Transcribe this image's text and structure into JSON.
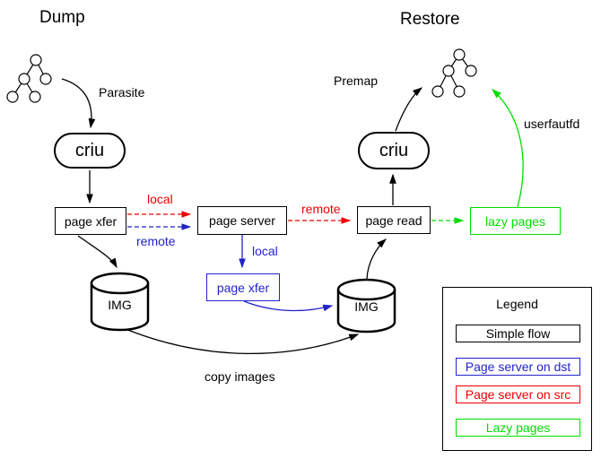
{
  "titles": {
    "dump": "Dump",
    "restore": "Restore"
  },
  "labels": {
    "parasite": "Parasite",
    "local_src": "local",
    "remote_src": "remote",
    "remote_mid": "remote",
    "local_dst": "local",
    "premap": "Premap",
    "userfautfd": "userfautfd",
    "copy_images": "copy images"
  },
  "nodes": {
    "criu_dump": "criu",
    "criu_restore": "criu",
    "page_xfer_src": "page xfer",
    "page_server": "page server",
    "page_read": "page read",
    "lazy_pages": "lazy pages",
    "page_xfer_dst": "page xfer",
    "img_src": "IMG",
    "img_dst": "IMG"
  },
  "legend": {
    "title": "Legend",
    "items": [
      {
        "label": "Simple flow",
        "color": "#000000"
      },
      {
        "label": "Page server on dst",
        "color": "#2222cc"
      },
      {
        "label": "Page server on src",
        "color": "#ee0000"
      },
      {
        "label": "Lazy pages",
        "color": "#00dd00"
      }
    ]
  },
  "colors": {
    "simple_flow": "#000000",
    "page_server_dst": "#2222cc",
    "page_server_src": "#ee0000",
    "lazy_pages": "#00dd00",
    "background": "#ffffff"
  }
}
